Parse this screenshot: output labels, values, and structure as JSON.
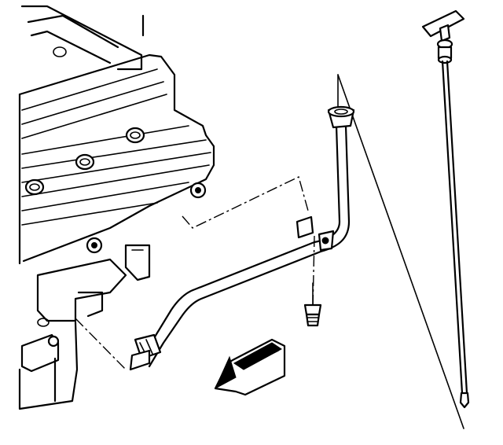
{
  "figure": {
    "parts": [
      "engine-block",
      "dipstick-tube",
      "dipstick",
      "tube-bolt",
      "direction-arrow"
    ],
    "colors": {
      "line": "#000000",
      "background": "#ffffff"
    }
  }
}
